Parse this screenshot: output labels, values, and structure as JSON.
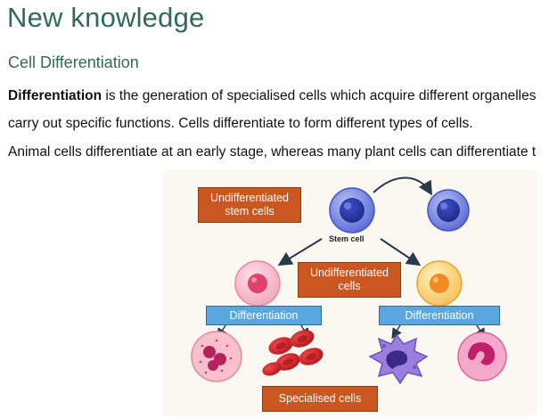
{
  "slide": {
    "title": "New knowledge",
    "subtitle": "Cell Differentiation",
    "paragraph1_bold": "Differentiation",
    "paragraph1_rest": " is the generation of specialised cells which acquire different organelles",
    "paragraph2": "carry out specific functions. Cells differentiate to form different types of cells.",
    "paragraph3": "Animal cells differentiate at an early stage, whereas many plant cells can differentiate t"
  },
  "figure": {
    "label_undifferentiated_stem": "Undifferentiated stem cells",
    "label_stem_cell": "Stem cell",
    "label_undifferentiated_cells": "Undifferentiated cells",
    "label_differentiation_left": "Differentiation",
    "label_differentiation_right": "Differentiation",
    "label_specialised_cells": "Specialised cells",
    "colors": {
      "title_green": "#2f6b56",
      "orange_box": "#c9571f",
      "blue_box": "#5aa6de",
      "stem_cell_blue": "#5d6fd6",
      "red_blood_cell": "#d8232a",
      "pink_cell": "#f3a9bd",
      "yellow_cell": "#f7c35a",
      "purple_cell": "#9b7fe0",
      "magenta_cell": "#d94a8c"
    }
  }
}
